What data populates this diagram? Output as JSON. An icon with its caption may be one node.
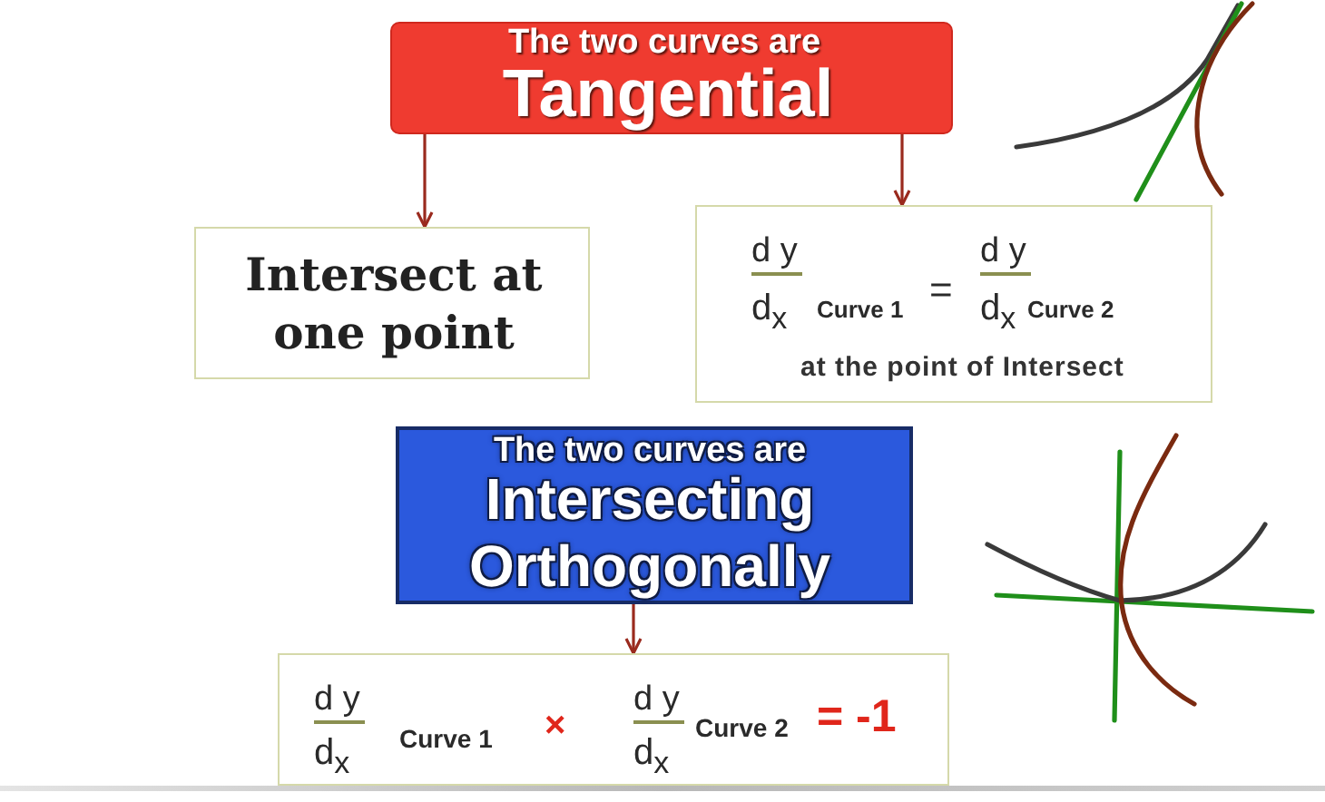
{
  "diagram": {
    "nodes": [
      {
        "text": [
          "The two curves are",
          "Tangential"
        ]
      },
      {
        "text": [
          "Intersect at one point"
        ]
      },
      {
        "text": [
          "d y",
          "d$_{x}$",
          "Curve 1",
          "=",
          "d y",
          "d$_{x}$",
          "Curve 2",
          "at the point of Intersect"
        ]
      },
      {
        "text": [
          "The two curves are",
          "Intersecting Orthogonally"
        ]
      },
      {
        "text": [
          "d y",
          "d$_{x}$",
          "Curve 1",
          "×",
          "d y",
          "d$_{x}$",
          "Curve 2",
          "= -1"
        ]
      }
    ],
    "edges": [
      {
        "from": 0,
        "to": 1,
        "arrow": "to"
      },
      {
        "from": 0,
        "to": 2,
        "arrow": "to"
      },
      {
        "from": 3,
        "to": 4,
        "arrow": "to"
      }
    ]
  }
}
